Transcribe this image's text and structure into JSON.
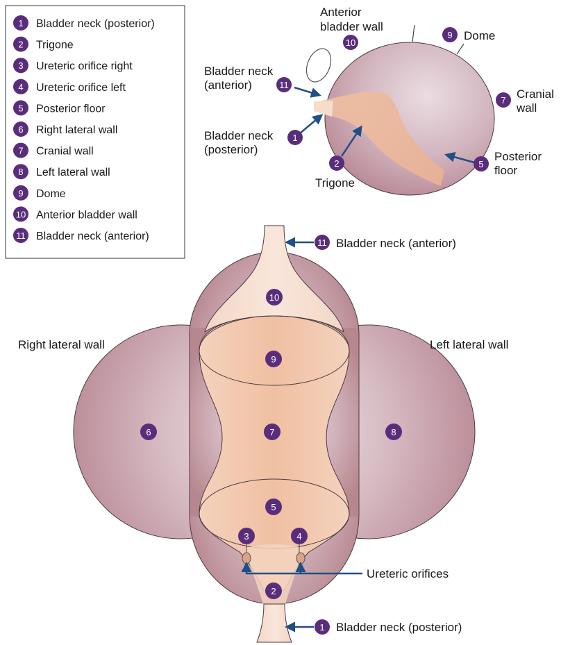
{
  "colors": {
    "bladder_outer": "#bd8e99",
    "bladder_outer_light": "#e3d2d8",
    "bladder_inner": "#f2c6a9",
    "bladder_inner_light": "#f8e3d6",
    "badge": "#5a2d7c",
    "arrow": "#1f4f86",
    "outline": "#4a3a3f"
  },
  "legend": {
    "items": [
      {
        "num": "1",
        "label": "Bladder neck (posterior)"
      },
      {
        "num": "2",
        "label": "Trigone"
      },
      {
        "num": "3",
        "label": "Ureteric orifice right"
      },
      {
        "num": "4",
        "label": "Ureteric orifice left"
      },
      {
        "num": "5",
        "label": "Posterior floor"
      },
      {
        "num": "6",
        "label": "Right lateral wall"
      },
      {
        "num": "7",
        "label": "Cranial wall"
      },
      {
        "num": "8",
        "label": "Left lateral wall"
      },
      {
        "num": "9",
        "label": "Dome"
      },
      {
        "num": "10",
        "label": "Anterior bladder wall"
      },
      {
        "num": "11",
        "label": "Bladder neck (anterior)"
      }
    ]
  },
  "side_view": {
    "labels": {
      "anterior_wall_1": "Anterior",
      "anterior_wall_2": "bladder wall",
      "dome": "Dome",
      "cranial_1": "Cranial",
      "cranial_2": "wall",
      "neck_anterior_1": "Bladder neck",
      "neck_anterior_2": "(anterior)",
      "neck_posterior_1": "Bladder neck",
      "neck_posterior_2": "(posterior)",
      "trigone": "Trigone",
      "posterior_floor_1": "Posterior",
      "posterior_floor_2": "floor"
    },
    "badges": {
      "anterior_wall": "10",
      "dome": "9",
      "cranial": "7",
      "neck_anterior": "11",
      "neck_posterior": "1",
      "trigone": "2",
      "posterior_floor": "5"
    }
  },
  "flat_view": {
    "labels": {
      "neck_anterior": "Bladder neck (anterior)",
      "right_lateral": "Right lateral wall",
      "left_lateral": "Left lateral wall",
      "ureteric_orifices": "Ureteric orifices",
      "neck_posterior": "Bladder neck (posterior)"
    },
    "badges": {
      "neck_anterior": "11",
      "anterior_wall": "10",
      "dome": "9",
      "right_lateral": "6",
      "cranial": "7",
      "left_lateral": "8",
      "posterior_floor": "5",
      "orifice_right": "3",
      "orifice_left": "4",
      "trigone": "2",
      "neck_posterior": "1"
    }
  }
}
